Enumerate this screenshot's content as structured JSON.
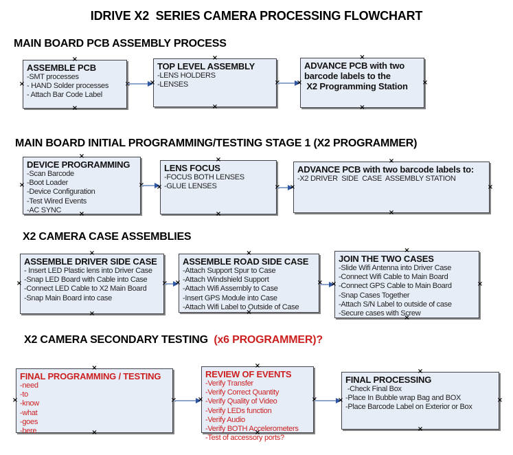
{
  "title": "IDRIVE X2  SERIES CAMERA PROCESSING FLOWCHART",
  "icons": {
    "connection_point": "×"
  },
  "colors": {
    "box_fill": "#e7edf7",
    "box_border": "#43434b",
    "box_shadow": "#838383",
    "arrow_line": "#8fa6cc",
    "arrow_head": "#2f57a3",
    "red_text": "#cc1f1f"
  },
  "sections": [
    {
      "heading": "MAIN BOARD PCB ASSEMBLY PROCESS",
      "boxes": [
        {
          "title": "ASSEMBLE PCB",
          "items": [
            "-SMT processes",
            "- HAND Solder processes",
            "- Attach Bar Code Label"
          ]
        },
        {
          "title": "TOP LEVEL ASSEMBLY",
          "items": [
            "-LENS HOLDERS",
            "-LENSES"
          ]
        },
        {
          "title": "ADVANCE PCB with two\nbarcode labels to the\n X2 Programming Station",
          "items": []
        }
      ]
    },
    {
      "heading": "MAIN BOARD INITIAL PROGRAMMING/TESTING STAGE 1 (X2 PROGRAMMER)",
      "boxes": [
        {
          "title": "DEVICE PROGRAMMING",
          "items": [
            "-Scan Barcode",
            "-Boot Loader",
            "-Device Configuration",
            "-Test Wired Events",
            "-AC SYNC"
          ]
        },
        {
          "title": "LENS FOCUS",
          "items": [
            "-FOCUS BOTH LENSES",
            "-GLUE LENSES"
          ]
        },
        {
          "title": "ADVANCE PCB with two barcode labels to:",
          "items": [
            "-X2 DRIVER  SIDE  CASE  ASSEMBLY STATION"
          ]
        }
      ]
    },
    {
      "heading": "X2 CAMERA CASE ASSEMBLIES",
      "boxes": [
        {
          "title": "ASSEMBLE DRIVER SIDE CASE",
          "items": [
            "- Insert LED Plastic lens into Driver Case",
            "-Snap LED Board with Cable into Case",
            "-Connect LED Cable to X2 Main Board",
            "-Snap Main Board into case"
          ]
        },
        {
          "title": "ASSEMBLE ROAD SIDE CASE",
          "items": [
            "-Attach Support Spur to Case",
            "-Attach Windshield Support",
            "-Attach Wifi Assembly to Case",
            "-Insert GPS Module into Case",
            "-Attach Wifi Label to Outside of Case"
          ]
        },
        {
          "title": "JOIN THE TWO CASES",
          "items": [
            "-Slide Wifi Antenna into Driver Case",
            "-Connect Wifi Cable to Main Board",
            "-Connect GPS Cable to Main Board",
            "-Snap Cases Together",
            "-Attach S/N Label to outside of case",
            "-Secure cases with Screw"
          ]
        }
      ]
    },
    {
      "heading_black": "X2 CAMERA SECONDARY TESTING ",
      "heading_red": " (x6 PROGRAMMER)?",
      "boxes": [
        {
          "title": "FINAL PROGRAMMING / TESTING",
          "items": [
            "-need",
            "-to",
            "-know",
            "-what",
            "-goes",
            "-here"
          ]
        },
        {
          "title": "REVIEW OF EVENTS",
          "items": [
            "-Verify Transfer",
            "-Verify Correct Quantity",
            "-Verify Quality of Video",
            "-Verify LEDs function",
            "-Verify Audio",
            "-Verify BOTH Accelerometers",
            "-Test of accessory ports?"
          ]
        },
        {
          "title": "FINAL PROCESSING",
          "items": [
            " -Check Final Box",
            "-Place In Bubble wrap Bag and BOX",
            "-Place Barcode Label on Exterior or Box"
          ]
        }
      ]
    }
  ]
}
